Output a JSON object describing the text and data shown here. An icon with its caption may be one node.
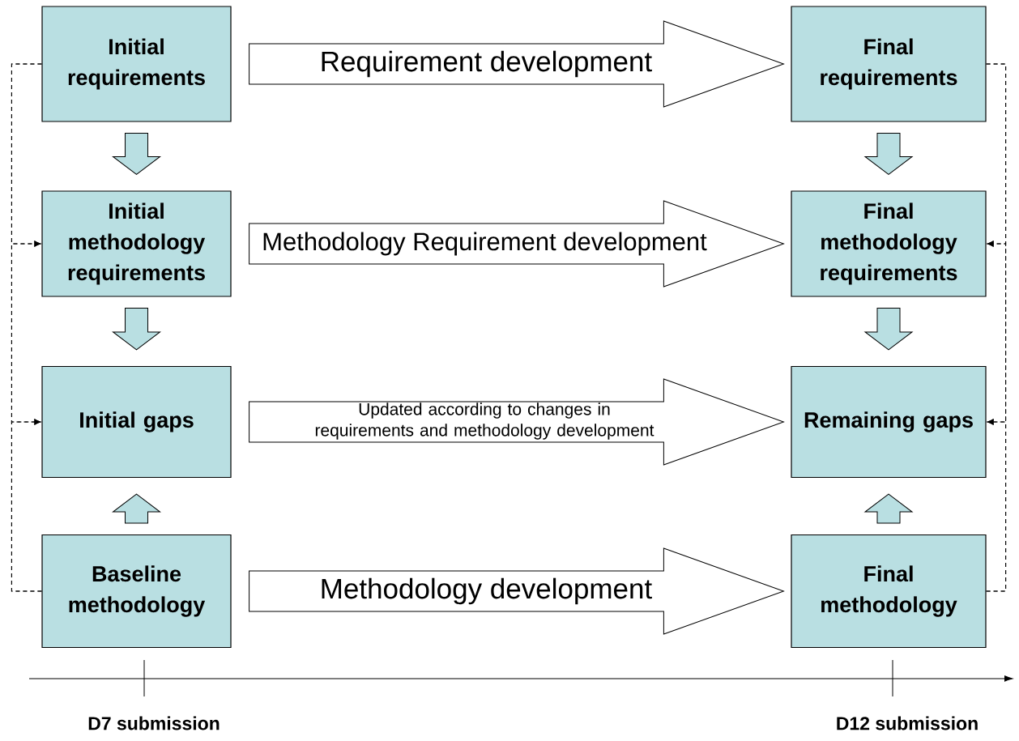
{
  "diagram": {
    "nodes": [
      {
        "text": [
          "Initial requirements"
        ]
      },
      {
        "text": [
          "Final requirements"
        ]
      },
      {
        "text": [
          "Initial methodology requirements"
        ]
      },
      {
        "text": [
          "Final methodology requirements"
        ]
      },
      {
        "text": [
          "Initial gaps"
        ]
      },
      {
        "text": [
          "Remaining gaps"
        ]
      },
      {
        "text": [
          "Baseline methodology"
        ]
      },
      {
        "text": [
          "Final methodology"
        ]
      }
    ],
    "edges": [
      {
        "from": 0,
        "to": 1,
        "arrow": "to",
        "label": "Requirement development"
      },
      {
        "from": 2,
        "to": 3,
        "arrow": "to",
        "label": "Methodology Requirement development"
      },
      {
        "from": 4,
        "to": 5,
        "arrow": "to",
        "label": "Updated according to changes in requirements and methodology development"
      },
      {
        "from": 6,
        "to": 7,
        "arrow": "to",
        "label": "Methodology development"
      },
      {
        "from": 0,
        "to": 2,
        "arrow": "to"
      },
      {
        "from": 2,
        "to": 4,
        "arrow": "to"
      },
      {
        "from": 6,
        "to": 4,
        "arrow": "to"
      },
      {
        "from": 1,
        "to": 3,
        "arrow": "to"
      },
      {
        "from": 3,
        "to": 5,
        "arrow": "to"
      },
      {
        "from": 7,
        "to": 5,
        "arrow": "to"
      },
      {
        "from": 0,
        "to": 2,
        "arrow": "to",
        "style": "dashed"
      },
      {
        "from": 0,
        "to": 4,
        "arrow": "to",
        "style": "dashed"
      },
      {
        "from": 6,
        "to": 2,
        "arrow": "to",
        "style": "dashed"
      },
      {
        "from": 6,
        "to": 4,
        "arrow": "to",
        "style": "dashed"
      },
      {
        "from": 1,
        "to": 3,
        "arrow": "to",
        "style": "dashed"
      },
      {
        "from": 1,
        "to": 5,
        "arrow": "to",
        "style": "dashed"
      },
      {
        "from": 7,
        "to": 3,
        "arrow": "to",
        "style": "dashed"
      },
      {
        "from": 7,
        "to": 5,
        "arrow": "to",
        "style": "dashed"
      }
    ],
    "labels": [
      "D7 submission",
      "D12 submission"
    ]
  }
}
